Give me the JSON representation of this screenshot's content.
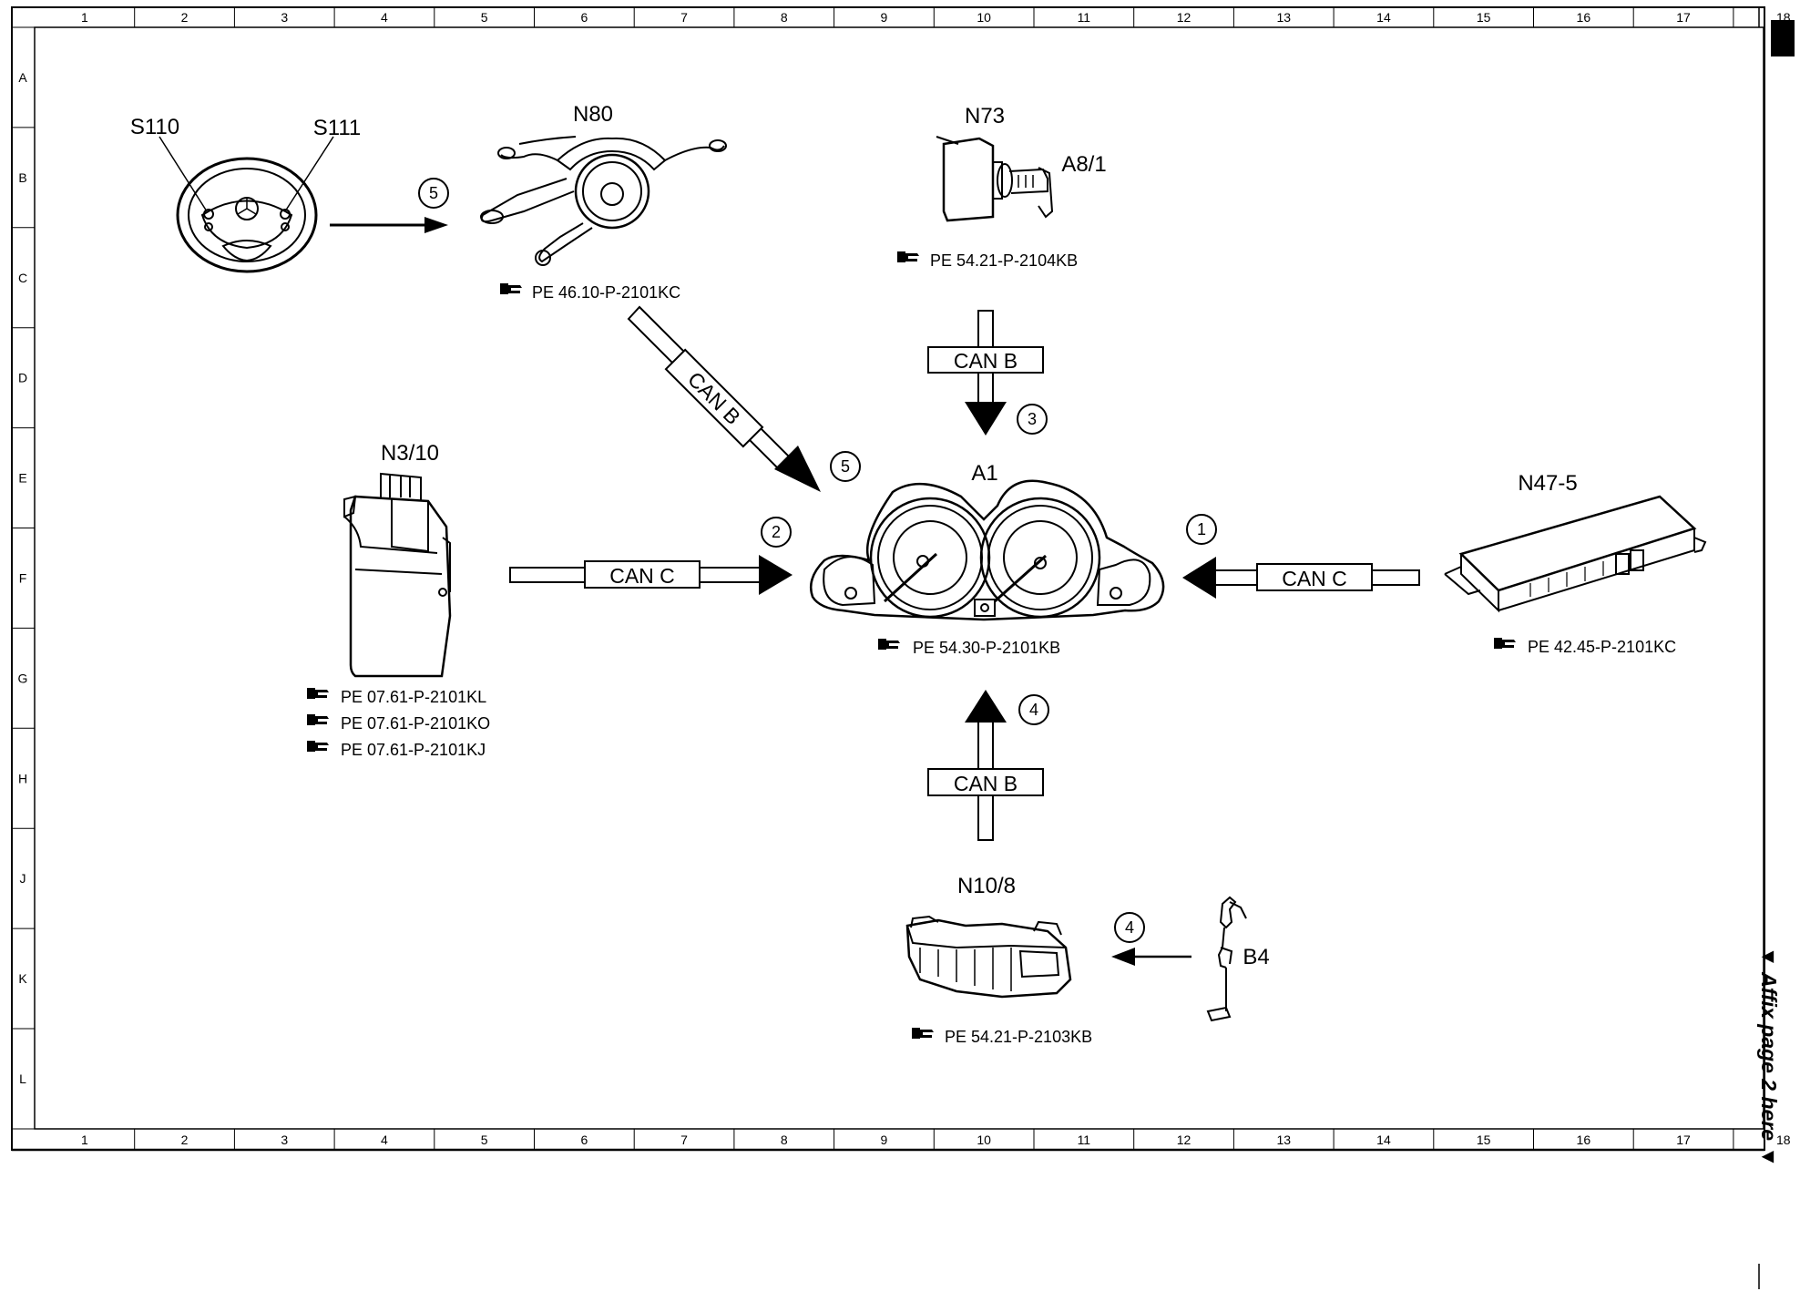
{
  "grid": {
    "columns": [
      "1",
      "2",
      "3",
      "4",
      "5",
      "6",
      "7",
      "8",
      "9",
      "10",
      "11",
      "12",
      "13",
      "14",
      "15",
      "16",
      "17",
      "18"
    ],
    "rows": [
      "A",
      "B",
      "C",
      "D",
      "E",
      "F",
      "G",
      "H",
      "J",
      "K",
      "L"
    ]
  },
  "side_note": "▼ Affix page 2 here ▼",
  "components": {
    "s110": "S110",
    "s111": "S111",
    "n80": "N80",
    "n73": "N73",
    "a8_1": "A8/1",
    "n3_10": "N3/10",
    "a1": "A1",
    "n47_5": "N47-5",
    "n10_8": "N10/8",
    "b4": "B4"
  },
  "references": {
    "n80": "PE 46.10-P-2101KC",
    "n73": "PE 54.21-P-2104KB",
    "n3_10_1": "PE 07.61-P-2101KL",
    "n3_10_2": "PE 07.61-P-2101KO",
    "n3_10_3": "PE 07.61-P-2101KJ",
    "a1": "PE 54.30-P-2101KB",
    "n47_5": "PE 42.45-P-2101KC",
    "n10_8": "PE 54.21-P-2103KB"
  },
  "bus_labels": {
    "n80_a1": "CAN B",
    "n73_a1": "CAN B",
    "n3_10_a1": "CAN C",
    "n47_5_a1": "CAN C",
    "n10_8_a1": "CAN B"
  },
  "step_numbers": {
    "wheel_to_n80": "5",
    "n80_to_a1": "5",
    "n73_to_a1": "3",
    "n3_10_to_a1": "2",
    "n47_5_to_a1": "1",
    "n10_8_to_a1": "4",
    "b4_to_n10_8": "4"
  }
}
